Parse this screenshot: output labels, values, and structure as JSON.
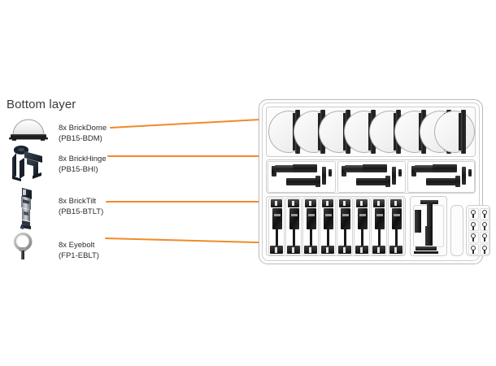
{
  "page": {
    "background_color": "#ffffff",
    "accent_color": "#f18a28",
    "line_color": "#b9b9b9"
  },
  "legend": {
    "title": "Bottom layer",
    "items": [
      {
        "quantity": "8x",
        "name": "BrickDome",
        "label": "8x BrickDome",
        "part_number": "(PB15-BDM)",
        "icon": "dome-part-icon"
      },
      {
        "quantity": "8x",
        "name": "BrickHinge",
        "label": "8x BrickHinge",
        "part_number": "(PB15-BHI)",
        "icon": "hinge-part-icon"
      },
      {
        "quantity": "8x",
        "name": "BrickTilt",
        "label": "8x BrickTilt",
        "part_number": "(PB15-BTLT)",
        "icon": "tilt-part-icon"
      },
      {
        "quantity": "8x",
        "name": "Eyebolt",
        "label": "8x Eyebolt",
        "part_number": "(FP1-EBLT)",
        "icon": "eyebolt-part-icon"
      }
    ]
  },
  "tray": {
    "name": "bottom-layer-foam-tray",
    "compartments": {
      "dome_count": 8,
      "hinge_count": 3,
      "tilt_count": 8,
      "eyebolt_columns": 2,
      "eyebolt_rows": 4,
      "eyebolt_count": 8
    }
  }
}
